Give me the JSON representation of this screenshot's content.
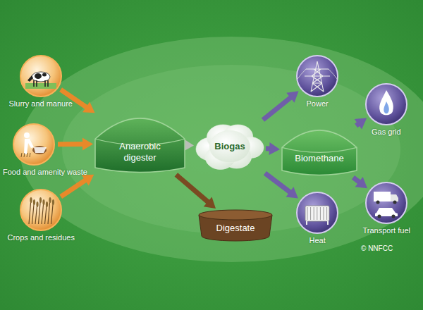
{
  "diagram": {
    "nodes": [
      {
        "text": [
          "Slurry and manure"
        ]
      },
      {
        "text": [
          "Food and amenity waste"
        ]
      },
      {
        "text": [
          "Crops and residues"
        ]
      },
      {
        "text": [
          "Anaerobic digester"
        ]
      },
      {
        "text": [
          "Biogas"
        ]
      },
      {
        "text": [
          "Digestate"
        ]
      },
      {
        "text": [
          "Power"
        ]
      },
      {
        "text": [
          "Biomethane"
        ]
      },
      {
        "text": [
          "Heat"
        ]
      },
      {
        "text": [
          "Gas grid"
        ]
      },
      {
        "text": [
          "Transport fuel"
        ]
      }
    ],
    "edges": [
      {
        "from": 0,
        "to": 3,
        "arrow": "to"
      },
      {
        "from": 1,
        "to": 3,
        "arrow": "to"
      },
      {
        "from": 2,
        "to": 3,
        "arrow": "to"
      },
      {
        "from": 3,
        "to": 4,
        "arrow": "to"
      },
      {
        "from": 3,
        "to": 5,
        "arrow": "to"
      },
      {
        "from": 4,
        "to": 6,
        "arrow": "to"
      },
      {
        "from": 4,
        "to": 7,
        "arrow": "to"
      },
      {
        "from": 4,
        "to": 8,
        "arrow": "to"
      },
      {
        "from": 7,
        "to": 9,
        "arrow": "to"
      },
      {
        "from": 7,
        "to": 10,
        "arrow": "to"
      }
    ],
    "labels": [
      "© NNFCC"
    ]
  }
}
